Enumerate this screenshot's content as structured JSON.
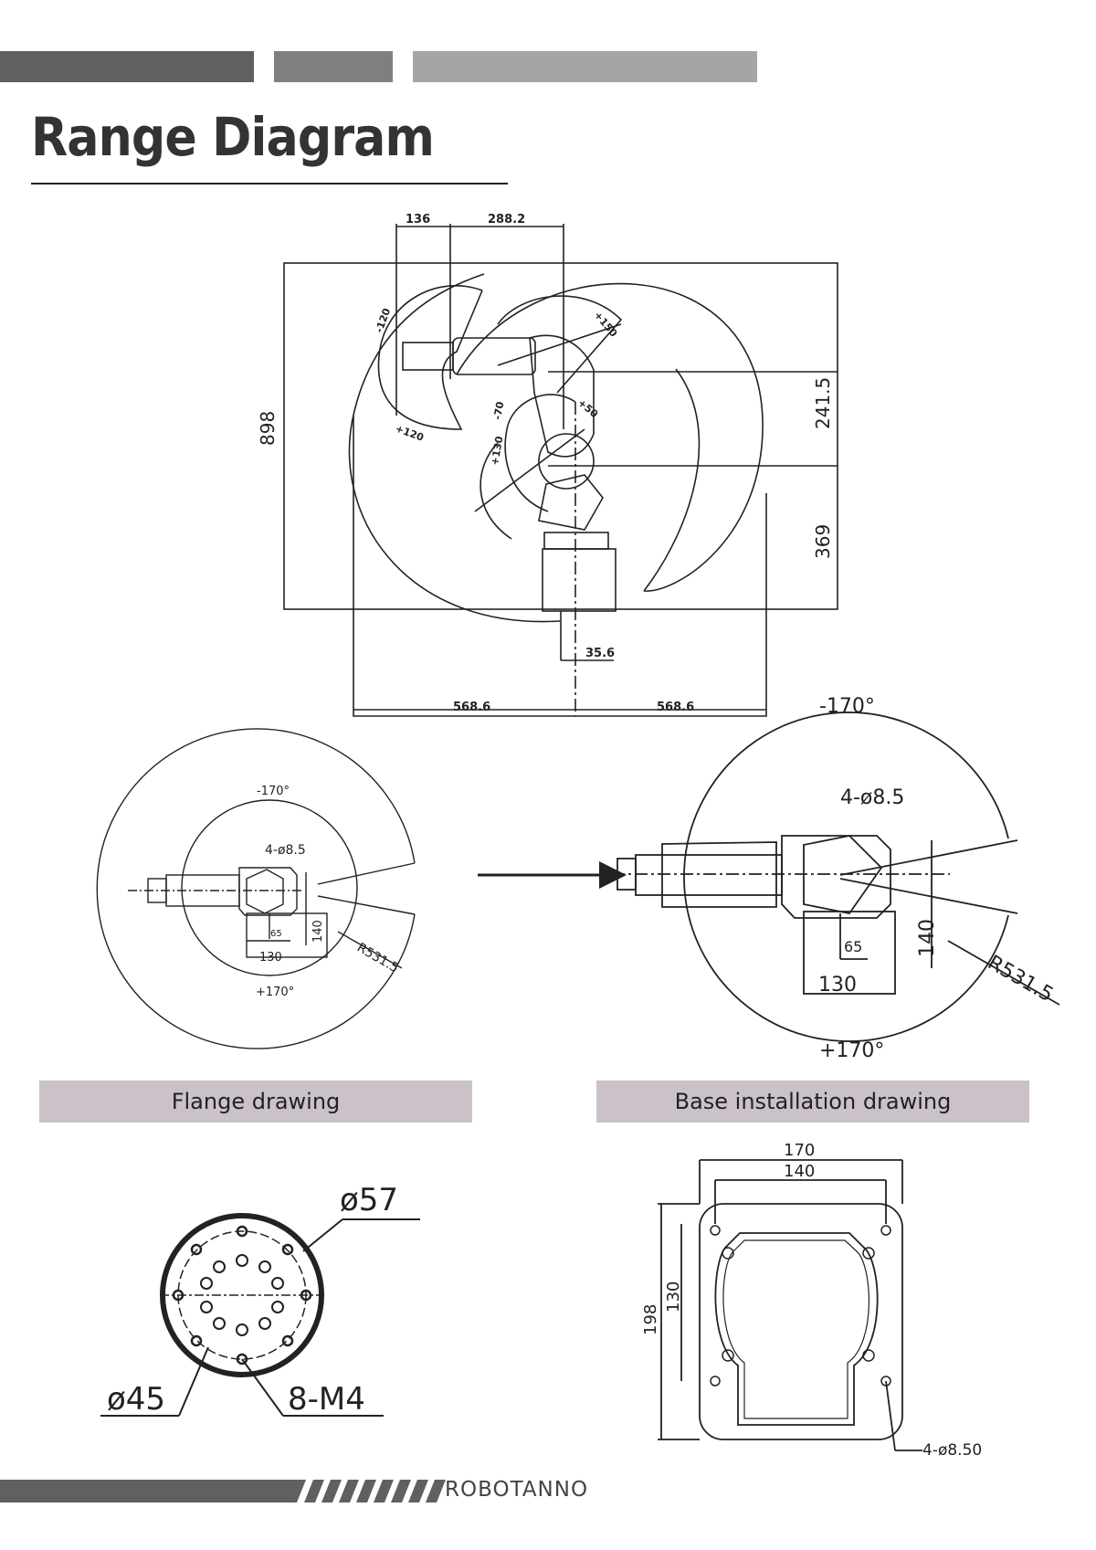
{
  "page": {
    "title": "Range Diagram",
    "brand": "ROBOTANNO"
  },
  "colors": {
    "bar_dark": "#606060",
    "bar_mid": "#7f7f7f",
    "bar_light": "#a5a5a5",
    "caption_bg": "#cbc2c9",
    "line": "#222222"
  },
  "captions": {
    "flange": "Flange drawing",
    "base": "Base installation drawing"
  },
  "side_view": {
    "dims": {
      "d136": "136",
      "d288": "288.2",
      "d898": "898",
      "d241": "241.5",
      "d369": "369",
      "d35": "35.6",
      "d568_left": "568.6",
      "d568_right": "568.6"
    },
    "angles": {
      "a_m120": "-120",
      "a_p120": "+120",
      "a_p150": "+150",
      "a_m70": "-70",
      "a_p50": "+50",
      "a_p130": "+130"
    }
  },
  "top_view_small": {
    "a_top": "-170°",
    "a_bottom": "+170°",
    "holes": "4-ø8.5",
    "d65": "65",
    "d130": "130",
    "d140": "140",
    "radius": "R531.5"
  },
  "top_view_large": {
    "a_top": "-170°",
    "a_bottom": "+170°",
    "holes": "4-ø8.5",
    "d65": "65",
    "d130": "130",
    "d140": "140",
    "radius": "R531.5"
  },
  "flange": {
    "outer": "ø57",
    "pcd": "ø45",
    "threads": "8-M4"
  },
  "base": {
    "w170": "170",
    "w140": "140",
    "h198": "198",
    "h130": "130",
    "holes": "4-ø8.50"
  }
}
